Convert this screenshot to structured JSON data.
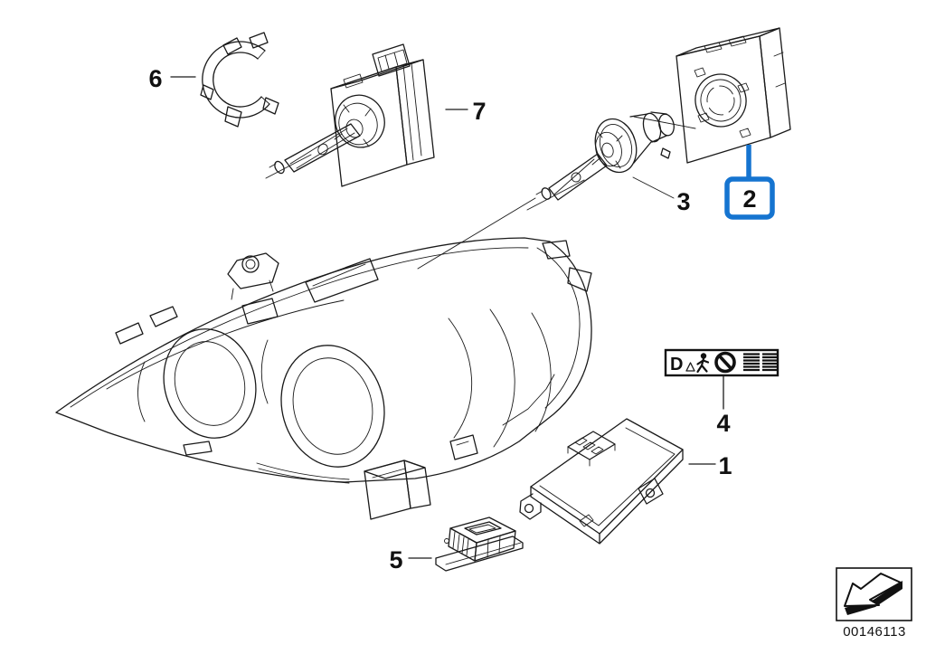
{
  "diagram_title": "Headlight xenon components exploded parts diagram",
  "colors": {
    "background": "#ffffff",
    "line": "#1a1a1a",
    "highlight_blue": "#1574d0"
  },
  "callouts": {
    "n1": {
      "label": "1",
      "highlighted": false
    },
    "n2": {
      "label": "2",
      "highlighted": true
    },
    "n3": {
      "label": "3",
      "highlighted": false
    },
    "n4": {
      "label": "4",
      "highlighted": false
    },
    "n5": {
      "label": "5",
      "highlighted": false
    },
    "n6": {
      "label": "6",
      "highlighted": false
    },
    "n7": {
      "label": "7",
      "highlighted": false
    }
  },
  "warning_label": {
    "d_marking": "D",
    "icons": [
      "d-marking",
      "warning-triangle-icon",
      "pedestrian-icon",
      "prohibition-icon",
      "hatched-bar",
      "hatched-bar"
    ]
  },
  "footer": {
    "part_number": "00146113",
    "legend_icon": "direction-arrow-icon"
  }
}
